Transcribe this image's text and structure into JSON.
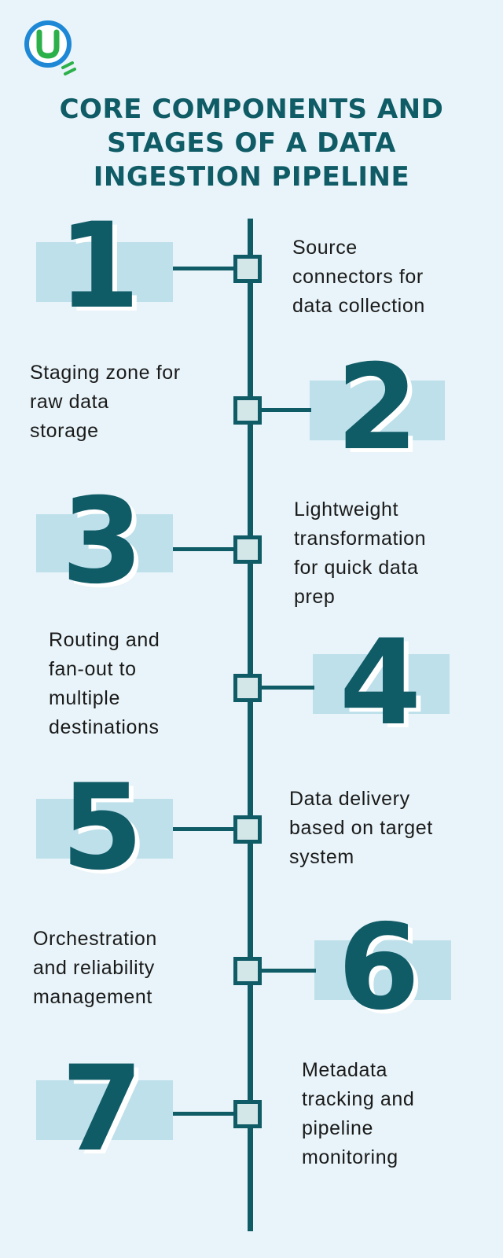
{
  "logo": {
    "letter": "U",
    "ring_color": "#1e88d6",
    "letter_color": "#2bb04a"
  },
  "title": {
    "lines": [
      "CORE COMPONENTS AND",
      "STAGES OF A DATA",
      "INGESTION PIPELINE"
    ]
  },
  "colors": {
    "teal": "#0f5b66",
    "light_blue": "#bde0eb",
    "node_fill": "#d3e6e8",
    "background": "#e8f4f9"
  },
  "steps": [
    {
      "number": "1",
      "lines": [
        "Source",
        "connectors for",
        "data collection"
      ]
    },
    {
      "number": "2",
      "lines": [
        "Staging zone for",
        "raw data",
        "storage"
      ]
    },
    {
      "number": "3",
      "lines": [
        "Lightweight",
        "transformation",
        "for quick data",
        "prep"
      ]
    },
    {
      "number": "4",
      "lines": [
        "Routing and",
        "fan-out to",
        "multiple",
        "destinations"
      ]
    },
    {
      "number": "5",
      "lines": [
        "Data delivery",
        "based on target",
        "system"
      ]
    },
    {
      "number": "6",
      "lines": [
        "Orchestration",
        "and reliability",
        "management"
      ]
    },
    {
      "number": "7",
      "lines": [
        "Metadata",
        "tracking and",
        "pipeline",
        "monitoring"
      ]
    }
  ]
}
